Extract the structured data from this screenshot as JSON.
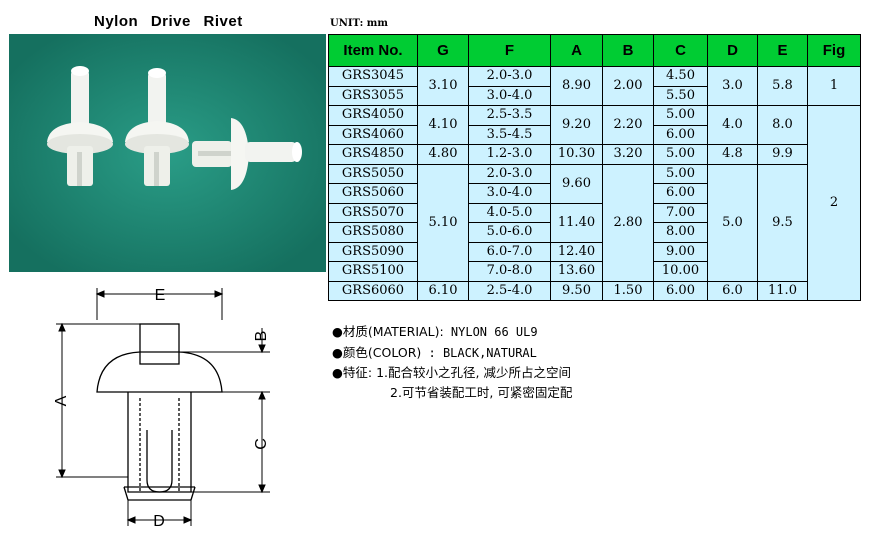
{
  "title": "Nylon   Drive   Rivet",
  "unit_label": "UNIT: mm",
  "table": {
    "headers": [
      "Item No.",
      "G",
      "F",
      "A",
      "B",
      "C",
      "D",
      "E",
      "Fig"
    ],
    "items": [
      "GRS3045",
      "GRS3055",
      "GRS4050",
      "GRS4060",
      "GRS4850",
      "GRS5050",
      "GRS5060",
      "GRS5070",
      "GRS5080",
      "GRS5090",
      "GRS5100",
      "GRS6060"
    ],
    "F": [
      "2.0-3.0",
      "3.0-4.0",
      "2.5-3.5",
      "3.5-4.5",
      "1.2-3.0",
      "2.0-3.0",
      "3.0-4.0",
      "4.0-5.0",
      "5.0-6.0",
      "6.0-7.0",
      "7.0-8.0",
      "2.5-4.0"
    ],
    "C": [
      "4.50",
      "5.50",
      "5.00",
      "6.00",
      "5.00",
      "5.00",
      "6.00",
      "7.00",
      "8.00",
      "9.00",
      "10.00",
      "6.00"
    ],
    "G": [
      "3.10",
      "4.10",
      "4.80",
      "5.10",
      "6.10"
    ],
    "A": [
      "8.90",
      "9.20",
      "10.30",
      "9.60",
      "11.40",
      "12.40",
      "13.60",
      "9.50"
    ],
    "B": [
      "2.00",
      "2.20",
      "3.20",
      "2.80",
      "1.50"
    ],
    "D": [
      "3.0",
      "4.0",
      "4.8",
      "5.0",
      "6.0"
    ],
    "E": [
      "5.8",
      "8.0",
      "9.9",
      "9.5",
      "11.0"
    ],
    "Fig": [
      "1",
      "2"
    ]
  },
  "drawing_labels": {
    "E": "E",
    "A": "A",
    "B": "B",
    "C": "C",
    "D": "D"
  },
  "notes": {
    "material_label": "●材质(MATERIAL):",
    "material_value": " NYLON 66 UL9",
    "color_label": "●颜色(COLOR)",
    "color_value": "   : BLACK,NATURAL",
    "feature_label": "●特征:",
    "feature_1": " 1.配合较小之孔径, 减少所占之空间",
    "feature_2": "2.可节省装配工时, 可紧密固定配"
  },
  "colors": {
    "header_bg": "#00cc33",
    "cell_bg": "#cdf2ff",
    "photo_bg": "#197a69"
  }
}
